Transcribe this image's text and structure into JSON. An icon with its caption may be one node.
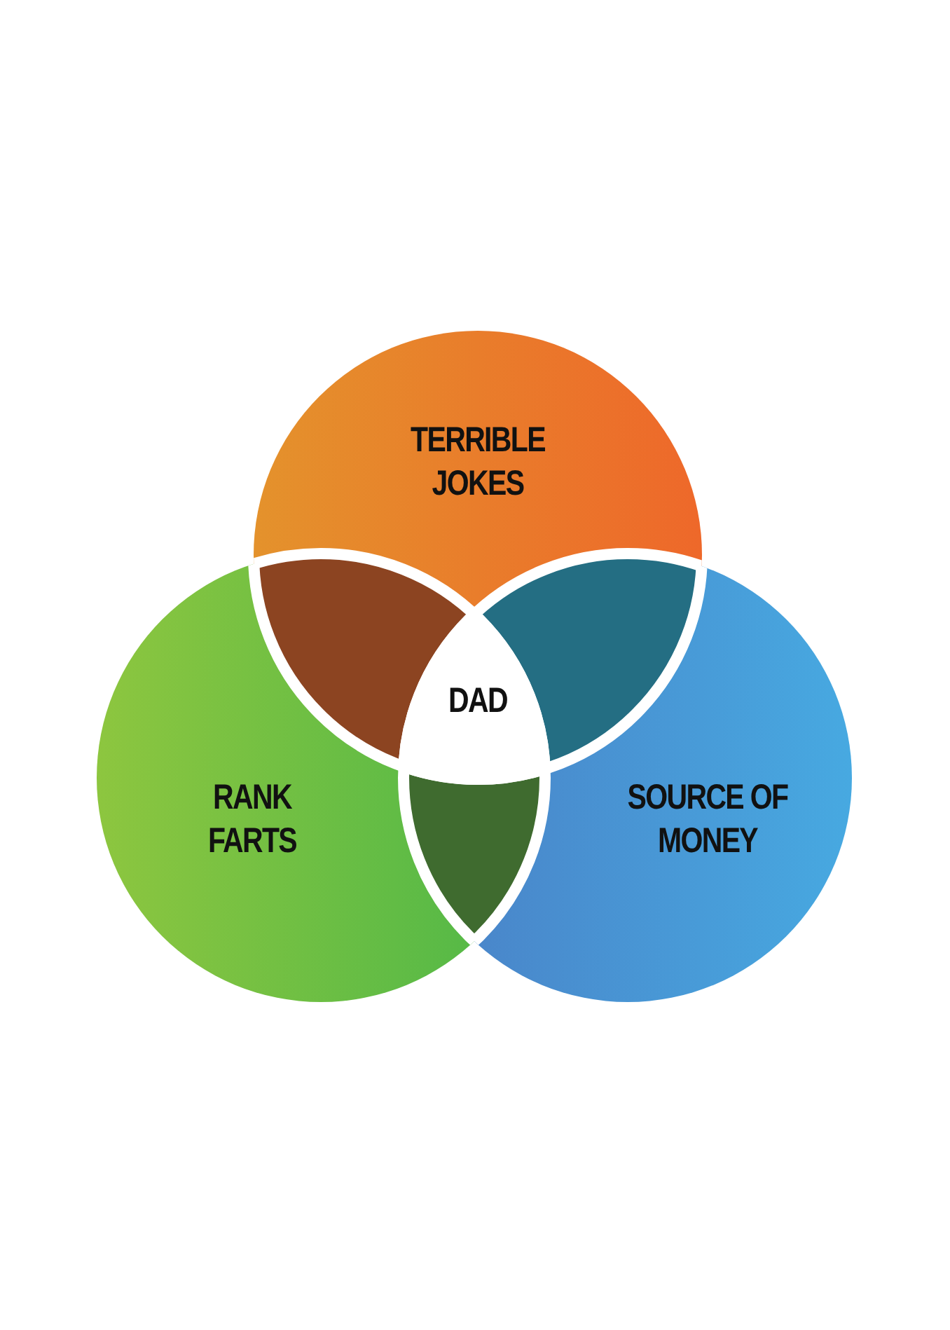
{
  "diagram": {
    "nodes": [
      {
        "text": [
          "TERRIBLE JOKES"
        ]
      },
      {
        "text": [
          "DAD"
        ]
      },
      {
        "text": [
          "RANK FARTS"
        ]
      },
      {
        "text": [
          "SOURCE OF MONEY"
        ]
      }
    ]
  }
}
